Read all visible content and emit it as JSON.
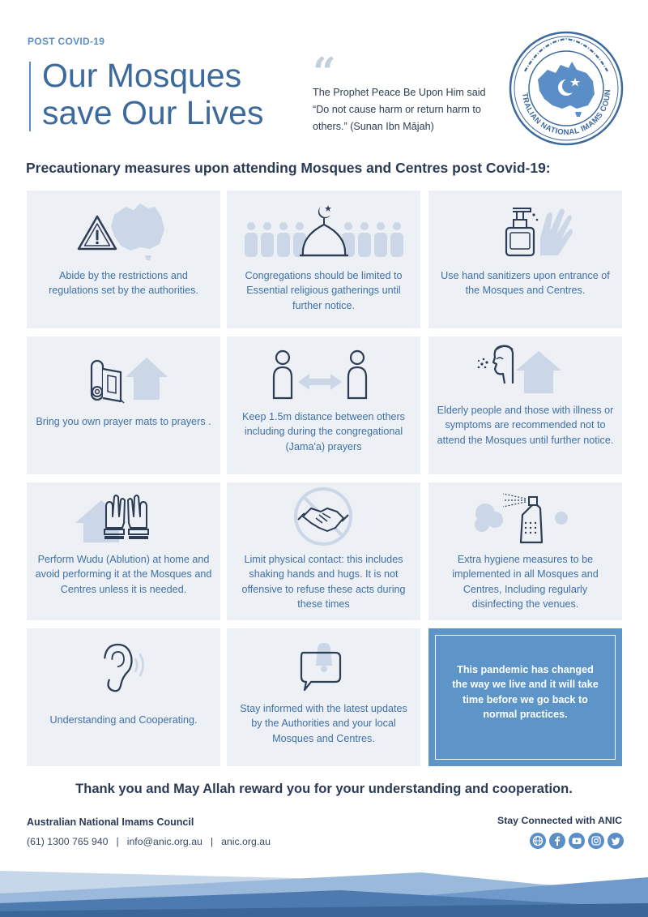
{
  "header": {
    "eyebrow": "POST COVID-19",
    "title_line1": "Our Mosques",
    "title_line2": "save Our Lives",
    "quote_mark": "“",
    "quote": "The Prophet Peace Be Upon Him said “Do not cause harm or return harm to others.” (Sunan Ibn Mājah)"
  },
  "logo": {
    "text": "AUSTRALIAN NATIONAL IMAMS COUNCIL"
  },
  "subtitle": "Precautionary measures upon attending Mosques and Centres post Covid-19:",
  "measures": [
    {
      "icon": "warning-australia-icon",
      "text": "Abide by the restrictions and regulations set by the authorities."
    },
    {
      "icon": "mosque-congregation-icon",
      "text": "Congregations should be limited to Essential religious gatherings until further notice."
    },
    {
      "icon": "hand-sanitizer-icon",
      "text": "Use hand sanitizers upon entrance of the Mosques and Centres."
    },
    {
      "icon": "prayer-mat-icon",
      "text": "Bring you own prayer mats to prayers ."
    },
    {
      "icon": "social-distance-icon",
      "text": "Keep 1.5m distance between others including during the congregational (Jama'a) prayers"
    },
    {
      "icon": "sick-person-icon",
      "text": "Elderly people and those with illness or symptoms are recommended not to attend the Mosques until further notice."
    },
    {
      "icon": "washing-hands-icon",
      "text": "Perform Wudu (Ablution) at home and avoid performing it at the Mosques and Centres unless it is needed."
    },
    {
      "icon": "no-handshake-icon",
      "text": "Limit physical contact: this includes shaking hands and hugs. It is not offensive to refuse these acts during these times"
    },
    {
      "icon": "disinfectant-spray-icon",
      "text": "Extra hygiene measures to be implemented in all Mosques and Centres, Including regularly disinfecting the venues."
    },
    {
      "icon": "ear-icon",
      "text": "Understanding and Cooperating."
    },
    {
      "icon": "chat-bell-icon",
      "text": "Stay informed with the latest updates by the Authorities and your local Mosques and Centres."
    }
  ],
  "highlight": "This pandemic has changed the way we live and it will take time before we go back to normal practices.",
  "thanks": "Thank you and May Allah reward you for your understanding and cooperation.",
  "footer": {
    "org": "Australian National Imams Council",
    "phone": "(61) 1300 765 940",
    "email": "info@anic.org.au",
    "website": "anic.org.au",
    "separator": "|",
    "stay_connected": "Stay Connected with ANIC",
    "socials": [
      "globe-icon",
      "facebook-icon",
      "youtube-icon",
      "instagram-icon",
      "twitter-icon"
    ]
  },
  "colors": {
    "accent": "#5b8ec6",
    "title": "#3d6a9c",
    "card_bg": "#edf0f5",
    "card_text": "#3f71a8",
    "highlight_bg": "#5d95c8",
    "dark_text": "#2b3a55"
  }
}
